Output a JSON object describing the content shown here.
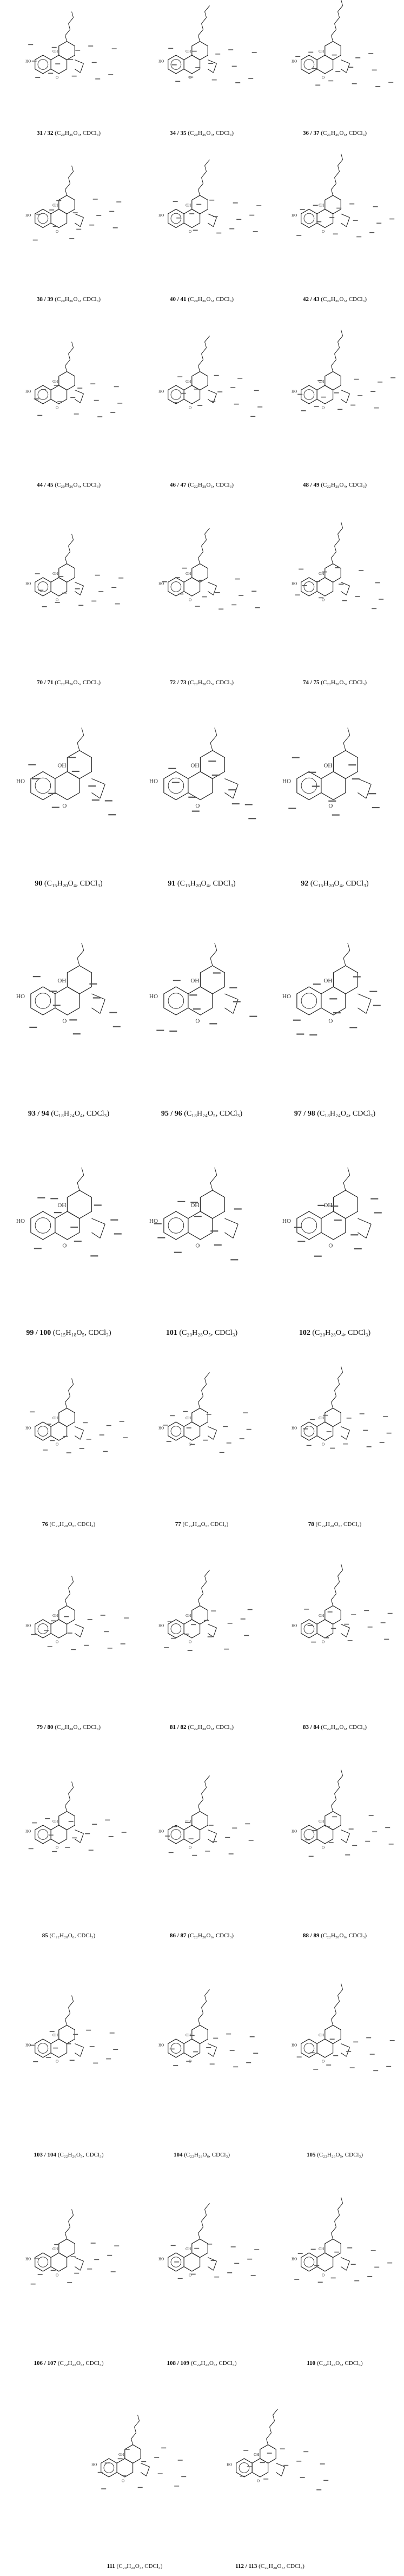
{
  "figure": {
    "rows": [
      {
        "size": "small",
        "items": [
          {
            "compounds": "31 / 32",
            "formula": "C₂₀H₂₆O₄, CDCl₃"
          },
          {
            "compounds": "34 / 35",
            "formula": "C₂₀H₂₆O₄, CDCl₃"
          },
          {
            "compounds": "36 / 37",
            "formula": "C₂₁H₂₆O₆, CDCl₃"
          }
        ]
      },
      {
        "size": "small",
        "items": [
          {
            "compounds": "38 / 39",
            "formula": "C₂₀H₂₆O₆, CDCl₃"
          },
          {
            "compounds": "40 / 41",
            "formula": "C₂₀H₂₆O₅, CDCl₃"
          },
          {
            "compounds": "42 / 43",
            "formula": "C₂₀H₂₆O₅, CDCl₃"
          }
        ]
      },
      {
        "size": "small",
        "items": [
          {
            "compounds": "44 / 45",
            "formula": "C₂₀H₂₆O₄, CDCl₃"
          },
          {
            "compounds": "46 / 47",
            "formula": "C₂₂H₂₈O₅, CDCl₃"
          },
          {
            "compounds": "48 / 49",
            "formula": "C₂₂H₂₈O₄, CDCl₃"
          }
        ]
      },
      {
        "size": "small",
        "items": [
          {
            "compounds": "70 / 71",
            "formula": "C₂₂H₂₆O₅, CDCl₃"
          },
          {
            "compounds": "72 / 73",
            "formula": "C₂₂H₂₈O₅, CDCl₃"
          },
          {
            "compounds": "74 / 75",
            "formula": "C₂₂H₂₈O₅, CDCl₃"
          }
        ]
      },
      {
        "size": "large",
        "items": [
          {
            "compounds": "90",
            "formula": "C₁₅H₂₀O₄, CDCl₃"
          },
          {
            "compounds": "91",
            "formula": "C₁₅H₂₀O₄, CDCl₃"
          },
          {
            "compounds": "92",
            "formula": "C₁₅H₂₀O₄, CDCl₃"
          }
        ]
      },
      {
        "size": "large",
        "items": [
          {
            "compounds": "93 / 94",
            "formula": "C₁₈H₂₄O₄, CDCl₃"
          },
          {
            "compounds": "95 / 96",
            "formula": "C₁₈H₂₄O₅, CDCl₃"
          },
          {
            "compounds": "97 / 98",
            "formula": "C₁₈H₂₄O₄, CDCl₃"
          }
        ]
      },
      {
        "size": "large",
        "items": [
          {
            "compounds": "99 / 100",
            "formula": "C₁₅H₁₈O₅, CDCl₃"
          },
          {
            "compounds": "101",
            "formula": "C₂₀H₂₈O₅, CDCl₃"
          },
          {
            "compounds": "102",
            "formula": "C₂₀H₂₈O₄, CDCl₃"
          }
        ]
      },
      {
        "size": "small",
        "items": [
          {
            "compounds": "76",
            "formula": "C₂₂H₂₈O₅, CDCl₃"
          },
          {
            "compounds": "77",
            "formula": "C₂₂H₂₈O₅, CDCl₃"
          },
          {
            "compounds": "78",
            "formula": "C₂₂H₂₈O₅, CDCl₃"
          }
        ]
      },
      {
        "size": "small",
        "items": [
          {
            "compounds": "79 / 80",
            "formula": "C₂₂H₂₈O₆, CDCl₃"
          },
          {
            "compounds": "81 / 82",
            "formula": "C₂₂H₂₈O₆, CDCl₃"
          },
          {
            "compounds": "83 / 84",
            "formula": "C₂₂H₂₈O₆, CDCl₃"
          }
        ]
      },
      {
        "size": "small",
        "items": [
          {
            "compounds": "85",
            "formula": "C₂₂H₂₈O₆, CDCl₃"
          },
          {
            "compounds": "86 / 87",
            "formula": "C₂₂H₂₈O₆, CDCl₃"
          },
          {
            "compounds": "88 / 89",
            "formula": "C₂₂H₂₈O₆, CDCl₃"
          }
        ]
      },
      {
        "size": "small",
        "items": [
          {
            "compounds": "103 / 104",
            "formula": "C₂₂H₂₆O₅, CDCl₃"
          },
          {
            "compounds": "104",
            "formula": "C₂₂H₂₈O₆, CDCl₃"
          },
          {
            "compounds": "105",
            "formula": "C₂₂H₂₆O₅, CDCl₃"
          }
        ]
      },
      {
        "size": "small",
        "items": [
          {
            "compounds": "106 / 107",
            "formula": "C₂₂H₂₈O₅, CDCl₃"
          },
          {
            "compounds": "108 / 109",
            "formula": "C₂₂H₂₈O₅, CDCl₃"
          },
          {
            "compounds": "110",
            "formula": "C₂₂H₂₈O₅, CDCl₃"
          }
        ]
      },
      {
        "size": "small",
        "items": [
          {
            "compounds": "111",
            "formula": "C₂₀H₂₈O₄, CDCl₃"
          },
          {
            "compounds": "112 / 113",
            "formula": "C₂₂H₂₈O₅, CDCl₃"
          }
        ]
      }
    ]
  }
}
